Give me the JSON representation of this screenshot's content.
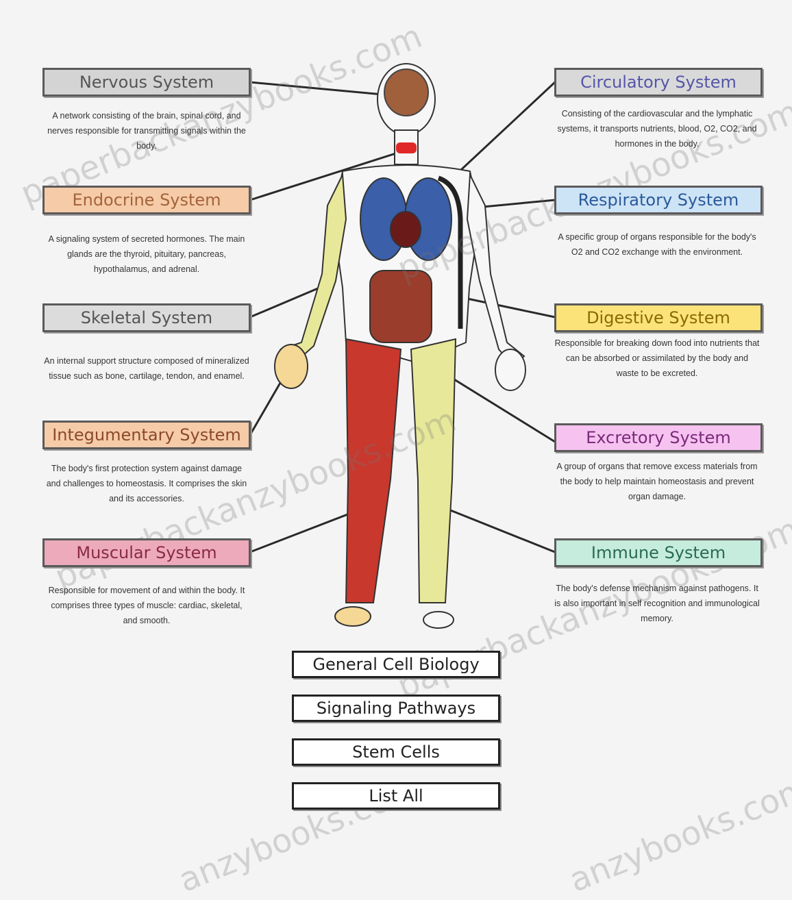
{
  "systems_left": [
    {
      "id": "nervous",
      "label": "Nervous System",
      "color": "#d4d4d4",
      "text_color": "#555555",
      "desc": "A network consisting of the brain, spinal cord, and nerves responsible for transmitting signals within the body."
    },
    {
      "id": "endocrine",
      "label": "Endocrine System",
      "color": "#f6cba8",
      "text_color": "#a4643a",
      "desc": "A signaling system of secreted hormones. The main glands are the thyroid, pituitary, pancreas, hypothalamus, and adrenal."
    },
    {
      "id": "skeletal",
      "label": "Skeletal System",
      "color": "#dcdcdc",
      "text_color": "#555555",
      "desc": "An internal support structure composed of mineralized tissue such as bone, cartilage, tendon, and enamel."
    },
    {
      "id": "integumentary",
      "label": "Integumentary System",
      "color": "#f6cba8",
      "text_color": "#8b4a2a",
      "desc": "The body's first protection system against damage and challenges to homeostasis. It comprises the skin and its accessories."
    },
    {
      "id": "muscular",
      "label": "Muscular System",
      "color": "#ecaabb",
      "text_color": "#8a2a44",
      "desc": "Responsible for movement of and within the body. It comprises three types of muscle: cardiac, skeletal, and smooth."
    }
  ],
  "systems_right": [
    {
      "id": "circulatory",
      "label": "Circulatory System",
      "color": "#d9d9d9",
      "text_color": "#5555aa",
      "desc": "Consisting of the cardiovascular and the lymphatic systems, it transports nutrients, blood, O2, CO2, and hormones in the body."
    },
    {
      "id": "respiratory",
      "label": "Respiratory System",
      "color": "#cde3f6",
      "text_color": "#2a5a9a",
      "desc": "A specific group of organs responsible for the body's O2 and CO2 exchange with the environment."
    },
    {
      "id": "digestive",
      "label": "Digestive System",
      "color": "#fbe37a",
      "text_color": "#8a6a00",
      "desc": "Responsible for breaking down food into nutrients that can be absorbed or assimilated by the body and waste to be excreted."
    },
    {
      "id": "excretory",
      "label": "Excretory System",
      "color": "#f6c2f0",
      "text_color": "#7a2a7a",
      "desc": "A group of organs that remove excess materials from the body to help maintain homeostasis and prevent organ damage."
    },
    {
      "id": "immune",
      "label": "Immune System",
      "color": "#c5ecdc",
      "text_color": "#2a6a55",
      "desc": "The body's defense mechanism against pathogens. It is also important in self recognition and immunological memory."
    }
  ],
  "nav_buttons": [
    {
      "label": "General Cell Biology"
    },
    {
      "label": "Signaling Pathways"
    },
    {
      "label": "Stem Cells"
    },
    {
      "label": "List All"
    }
  ],
  "watermarks": [
    "paperbackanzybooks.com",
    "paperbackanzybooks.com",
    "paperbackanzybooks.com",
    "paperbackanzybooks.com",
    "anzybooks.com",
    "anzybooks.com"
  ],
  "colors": {
    "bone": "#e8e89a",
    "muscle": "#c8382d",
    "lung": "#3b5fa8",
    "gut": "#9b3d2c",
    "outline": "#333333"
  }
}
